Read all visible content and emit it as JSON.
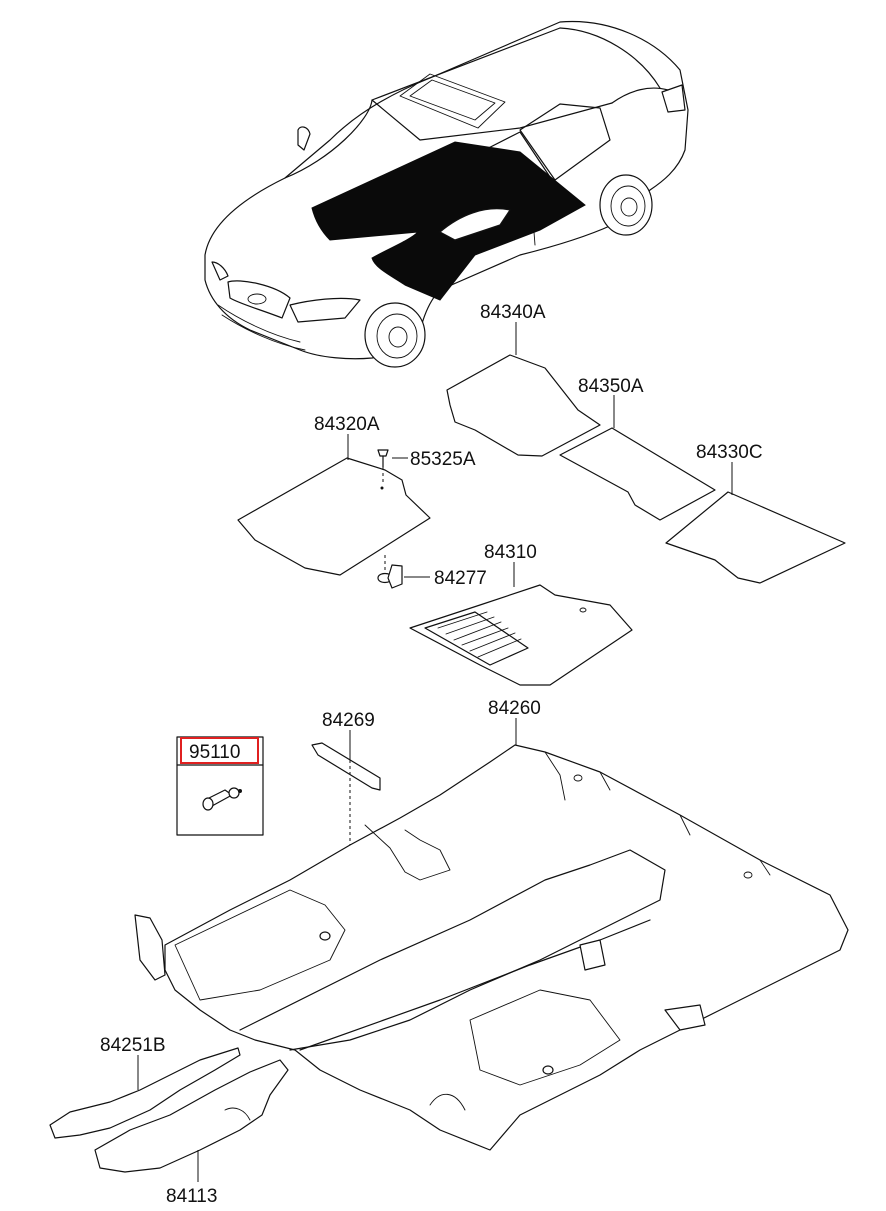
{
  "diagram": {
    "part_numbers": {
      "p84340A": "84340A",
      "p84350A": "84350A",
      "p84320A": "84320A",
      "p85325A": "85325A",
      "p84330C": "84330C",
      "p84310": "84310",
      "p84277": "84277",
      "p84269": "84269",
      "p84260": "84260",
      "p95110": "95110",
      "p84251B": "84251B",
      "p84113": "84113"
    },
    "highlight_color": "#e02020"
  }
}
